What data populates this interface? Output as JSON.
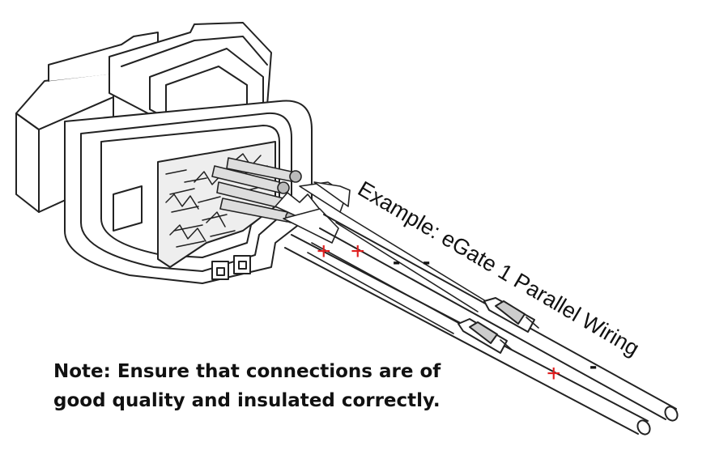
{
  "caption": "Example: eGate 1 Parallel Wiring",
  "note": {
    "line1": "Note: Ensure that connections are of",
    "line2": "good quality and insulated correctly."
  },
  "polarity_marks": {
    "plus": "+",
    "minus": "-"
  },
  "colors": {
    "plus_mark": "#e02020",
    "line_art": "#222222"
  },
  "illustration": "connector-with-parallel-wires"
}
